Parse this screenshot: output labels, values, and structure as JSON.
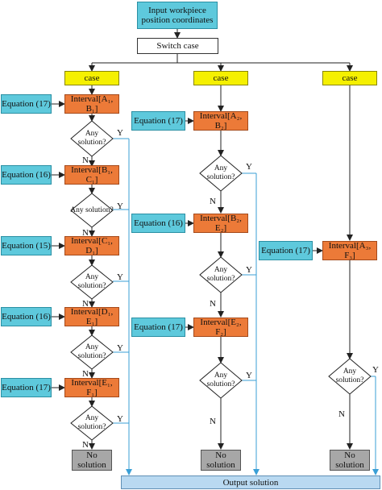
{
  "start": [
    "Input workpiece",
    "position coordinates"
  ],
  "switch": "Switch case",
  "case_label": "case",
  "eq17": "Equation (17)",
  "eq16": "Equation (16)",
  "eq15": "Equation (15)",
  "intervals": {
    "AB": "Interval[A₁, B₁]",
    "BC": "Interval[B₁, C₁]",
    "CD": "Interval[C₁, D₁]",
    "DE": "Interval[D₁, E₁]",
    "EF": "Interval[E₁, F₁]",
    "AB2": "Interval[A₂, B₂]",
    "BE2": "Interval[B₂, E₂]",
    "EF2": "Interval[E₂, F₂]",
    "AF3": "Interval[A₃, F₃]"
  },
  "decision": [
    "Any",
    "solution?"
  ],
  "decision_oneline": "Any solution?",
  "yes": "Y",
  "no": "N",
  "no_solution": [
    "No",
    "solution"
  ],
  "output": "Output solution"
}
